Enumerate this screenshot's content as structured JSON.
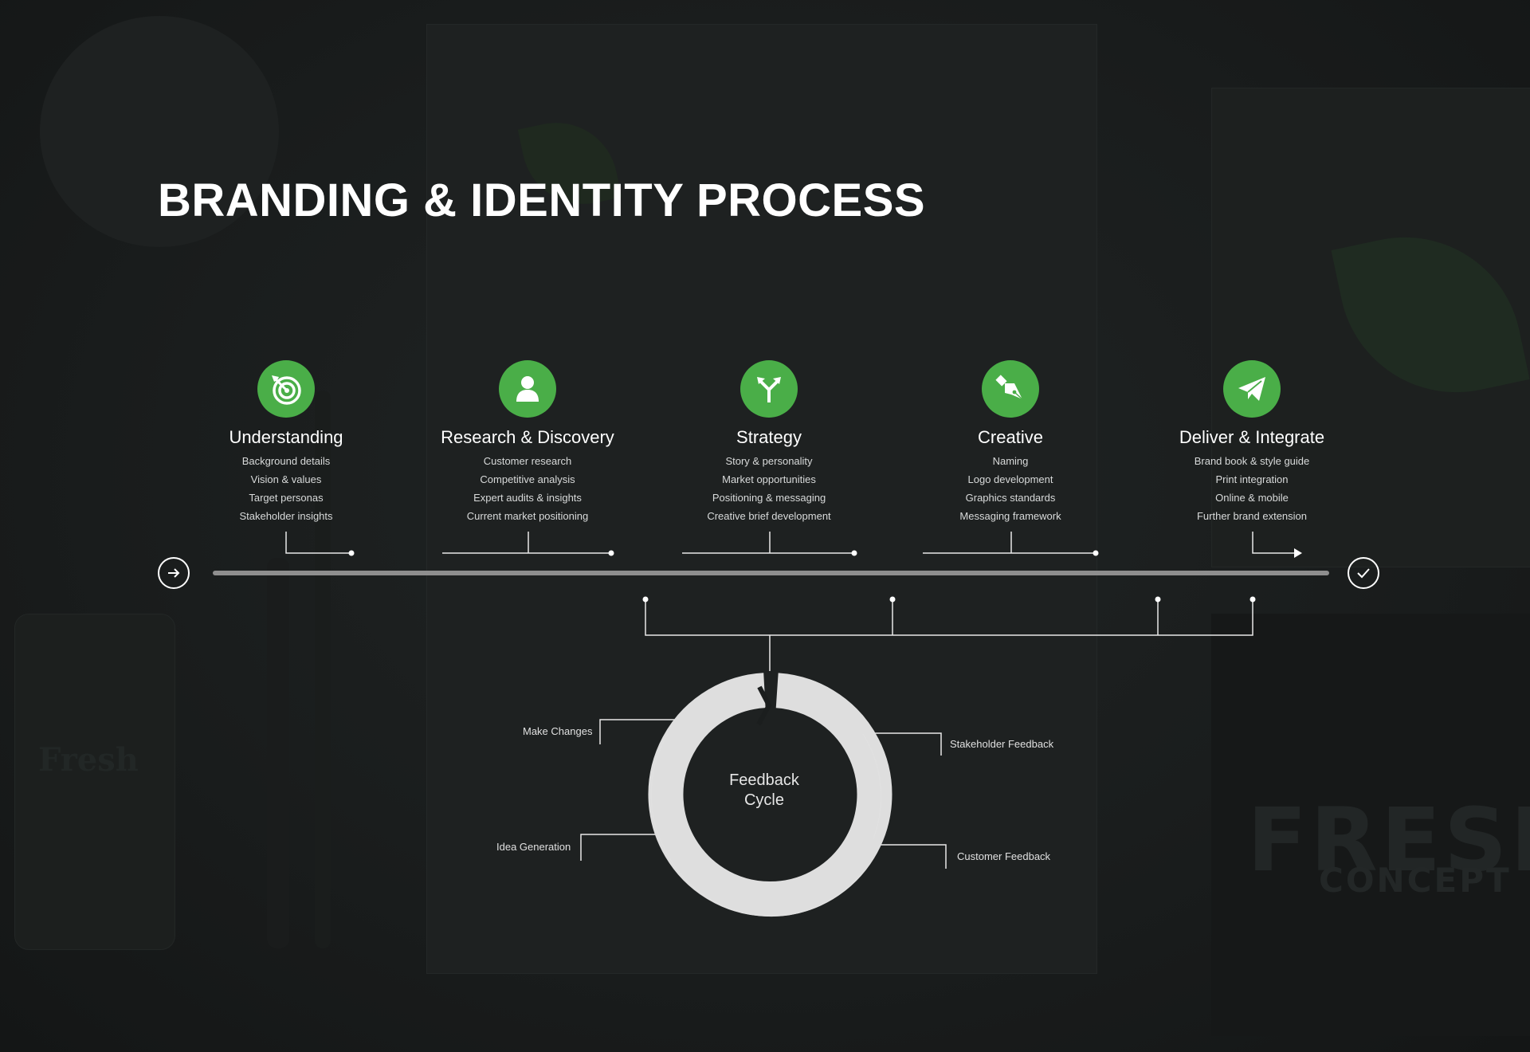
{
  "title": "BRANDING & IDENTITY PROCESS",
  "colors": {
    "accent": "#4aae48",
    "background": "#1b1e1e",
    "ring": "#dedede"
  },
  "steps": [
    {
      "icon": "target-icon",
      "title": "Understanding",
      "items": [
        "Background details",
        "Vision & values",
        "Target personas",
        "Stakeholder insights"
      ]
    },
    {
      "icon": "person-icon",
      "title": "Research & Discovery",
      "items": [
        "Customer research",
        "Competitive analysis",
        "Expert audits & insights",
        "Current market positioning"
      ]
    },
    {
      "icon": "fork-arrows-icon",
      "title": "Strategy",
      "items": [
        "Story & personality",
        "Market opportunities",
        "Positioning & messaging",
        "Creative brief development"
      ]
    },
    {
      "icon": "pen-nib-icon",
      "title": "Creative",
      "items": [
        "Naming",
        "Logo development",
        "Graphics standards",
        "Messaging framework"
      ]
    },
    {
      "icon": "paper-plane-icon",
      "title": "Deliver & Integrate",
      "items": [
        "Brand book & style guide",
        "Print integration",
        "Online & mobile",
        "Further brand extension"
      ]
    }
  ],
  "timeline": {
    "start_icon": "arrow-right-circle-icon",
    "end_icon": "check-circle-icon"
  },
  "feedback_cycle": {
    "center": [
      "Feedback",
      "Cycle"
    ],
    "labels": {
      "make_changes": "Make Changes",
      "idea_generation": "Idea Generation",
      "stakeholder_feedback": "Stakeholder Feedback",
      "customer_feedback": "Customer Feedback"
    }
  }
}
